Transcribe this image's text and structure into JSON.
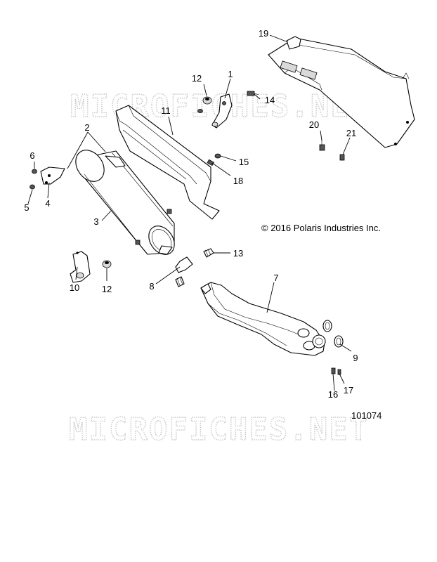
{
  "watermark": "MICROFICHES.NET",
  "copyright": "© 2016 Polaris Industries Inc.",
  "drawing_number": "101074",
  "callouts": [
    {
      "id": "c1",
      "label": "1"
    },
    {
      "id": "c2",
      "label": "2"
    },
    {
      "id": "c3",
      "label": "3"
    },
    {
      "id": "c4",
      "label": "4"
    },
    {
      "id": "c5",
      "label": "5"
    },
    {
      "id": "c6",
      "label": "6"
    },
    {
      "id": "c7",
      "label": "7"
    },
    {
      "id": "c8",
      "label": "8"
    },
    {
      "id": "c9",
      "label": "9"
    },
    {
      "id": "c10",
      "label": "10"
    },
    {
      "id": "c11",
      "label": "11"
    },
    {
      "id": "c12a",
      "label": "12"
    },
    {
      "id": "c12b",
      "label": "12"
    },
    {
      "id": "c13",
      "label": "13"
    },
    {
      "id": "c14",
      "label": "14"
    },
    {
      "id": "c15",
      "label": "15"
    },
    {
      "id": "c16",
      "label": "16"
    },
    {
      "id": "c17",
      "label": "17"
    },
    {
      "id": "c18",
      "label": "18"
    },
    {
      "id": "c19",
      "label": "19"
    },
    {
      "id": "c20",
      "label": "20"
    },
    {
      "id": "c21",
      "label": "21"
    }
  ]
}
